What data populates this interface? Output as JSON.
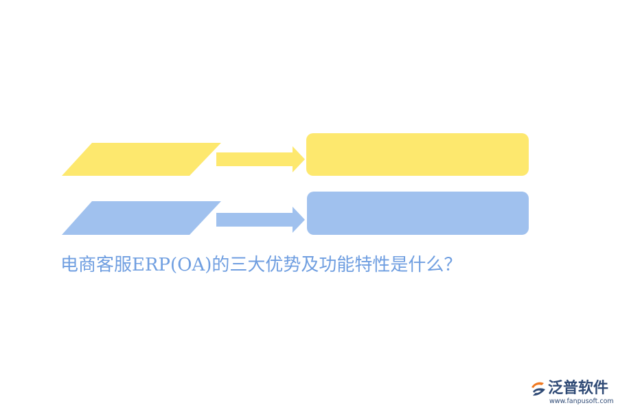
{
  "colors": {
    "yellow": "#fde86e",
    "blue": "#a0c1ee",
    "title": "#6f9ee0",
    "logo_dark": "#2f4a75",
    "logo_orange": "#f07a22"
  },
  "diagram": {
    "rows": [
      {
        "color_key": "yellow",
        "parallelogram_text": "",
        "box_text": ""
      },
      {
        "color_key": "blue",
        "parallelogram_text": "",
        "box_text": ""
      }
    ]
  },
  "title": {
    "text": "电商客服ERP(OA)的三大优势及功能特性是什么？"
  },
  "logo": {
    "name": "泛普软件",
    "url": "www.fanpusoft.com",
    "icon": "fanpu-logo-icon"
  }
}
